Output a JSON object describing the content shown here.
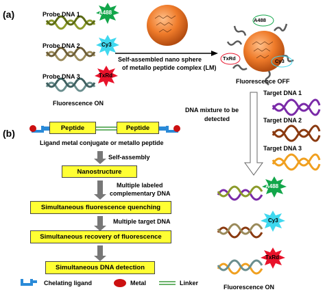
{
  "panel_a": {
    "label": "(a)",
    "probes": [
      {
        "label": "Probe DNA 1"
      },
      {
        "label": "Probe DNA 2"
      },
      {
        "label": "Probe DNA 3"
      }
    ],
    "fluorescence_on": "Fluorescence ON",
    "fluorescence_off": "Fluorescence OFF",
    "lm_caption_1": "Self-assembled nano sphere",
    "lm_caption_2": "of metallo peptide complex (LM)",
    "dna_mixture_1": "DNA mixture to be",
    "dna_mixture_2": "detected",
    "targets": [
      "Target DNA 1",
      "Target DNA 2",
      "Target DNA 3"
    ]
  },
  "fluorophores": [
    "A488",
    "Cy3",
    "TxRd"
  ],
  "colors": {
    "a488": "#12a64a",
    "cy3": "#3fd8ef",
    "txrd": "#e8122a",
    "box_fill": "#ffff33",
    "sphere": "#ef7b2a"
  },
  "panel_b": {
    "label": "(b)",
    "peptide": "Peptide",
    "conjugate_caption": "Ligand metal conjugate or metallo peptide",
    "self_assembly": "Self-assembly",
    "labeled_1": "Multiple labeled",
    "labeled_2": "complementary DNA",
    "multiple_target": "Multiple target DNA",
    "steps": [
      "Nanostructure",
      "Simultaneous fluorescence quenching",
      "Simultaneous recovery of fluorescence",
      "Simultaneous DNA detection"
    ]
  },
  "legend": {
    "chelating_ligand": "Chelating ligand",
    "metal": "Metal",
    "linker": "Linker"
  }
}
